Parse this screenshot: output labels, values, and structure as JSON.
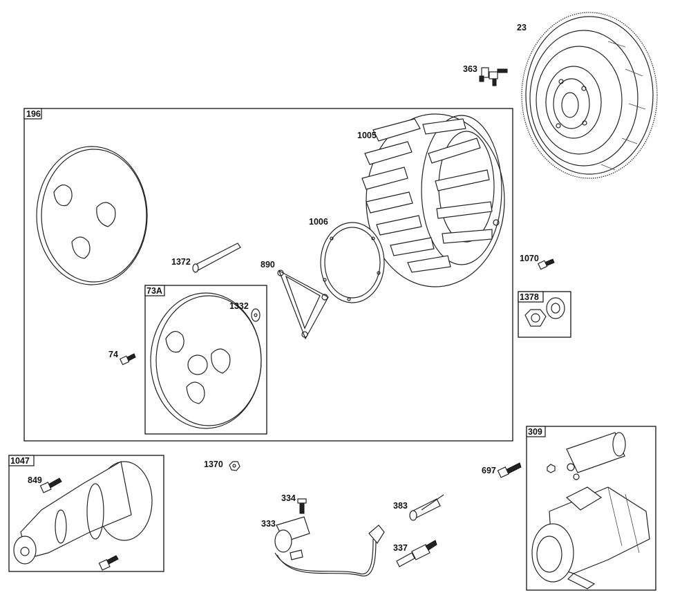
{
  "diagram": {
    "groups": {
      "g196": "196",
      "g73a": "73A",
      "g1378": "1378",
      "g1047": "1047",
      "g309": "309"
    },
    "parts": {
      "p23": "23",
      "p363": "363",
      "p1005": "1005",
      "p1006": "1006",
      "p890": "890",
      "p1372": "1372",
      "p1332": "1332",
      "p74": "74",
      "p1070": "1070",
      "p1370": "1370",
      "p697": "697",
      "p849": "849",
      "p334": "334",
      "p333": "333",
      "p383": "383",
      "p337": "337"
    }
  }
}
